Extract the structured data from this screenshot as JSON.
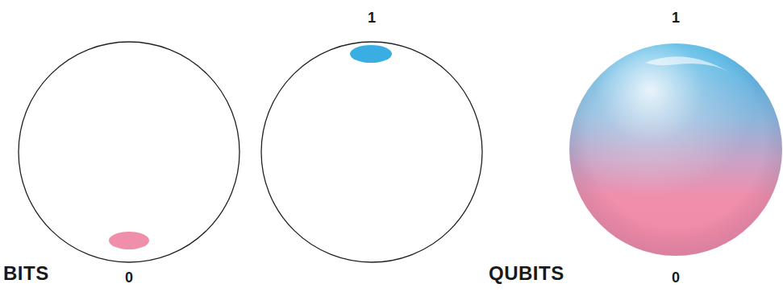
{
  "diagram": {
    "labels": [
      "1",
      "1",
      "BITS",
      "0",
      "QUBITS",
      "0"
    ]
  }
}
